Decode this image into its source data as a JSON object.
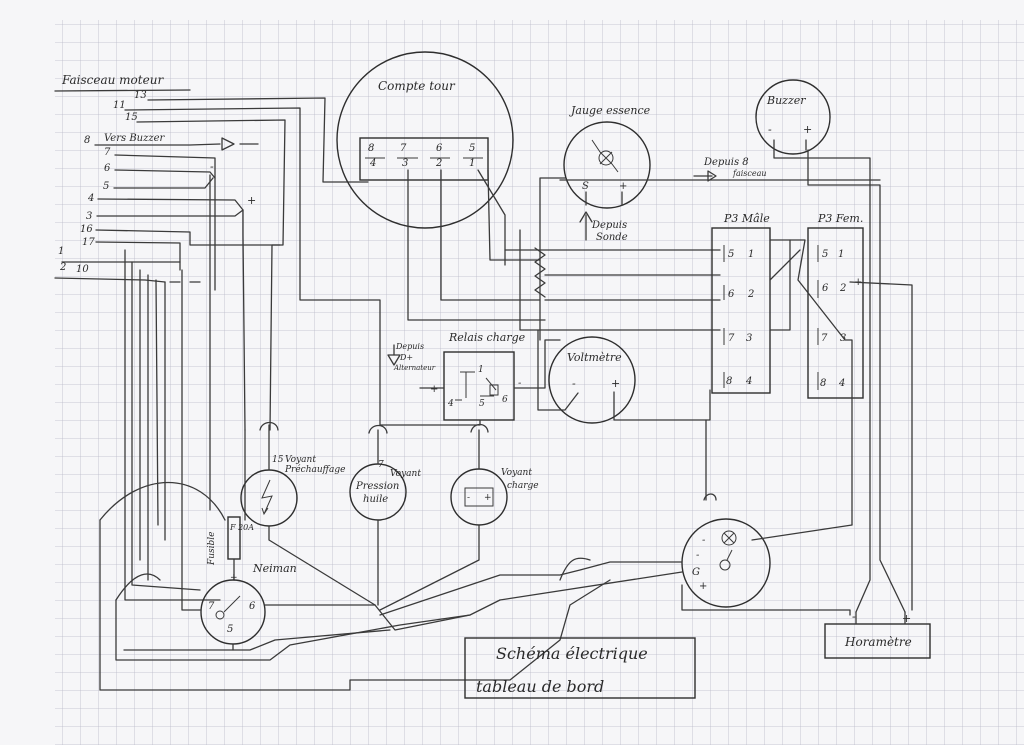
{
  "title": {
    "line1": "Schéma électrique",
    "line2": "tableau de bord"
  },
  "harness": {
    "label": "Faisceau moteur",
    "wires": [
      "13",
      "11",
      "15",
      "8",
      "Vers Buzzer",
      "7",
      "6",
      "5",
      "4",
      "3",
      "16",
      "17",
      "1",
      "2",
      "10"
    ],
    "signs": [
      "-",
      "+"
    ]
  },
  "tachometer": {
    "label": "Compte tour",
    "pins": [
      "8",
      "7",
      "6",
      "5",
      "4",
      "3",
      "2",
      "1"
    ]
  },
  "fuel_gauge": {
    "label": "Jauge essence",
    "pins": [
      "S",
      "+"
    ],
    "note_1": "Depuis",
    "note_2": "Sonde"
  },
  "buzzer": {
    "label": "Buzzer",
    "pins": [
      "-",
      "+"
    ],
    "note_1": "Depuis 8",
    "note_2": "faisceau"
  },
  "p3_male": {
    "label": "P3 Mâle",
    "rows": [
      [
        "5",
        "1"
      ],
      [
        "6",
        "2"
      ],
      [
        "7",
        "3"
      ],
      [
        "8",
        "4"
      ]
    ]
  },
  "p3_female": {
    "label": "P3 Fem.",
    "rows": [
      [
        "5",
        "1"
      ],
      [
        "6",
        "2"
      ],
      [
        "7",
        "3"
      ],
      [
        "8",
        "4"
      ]
    ],
    "sign": "+"
  },
  "charge_relay": {
    "label": "Relais charge",
    "pins": [
      "1",
      "4",
      "5",
      "6"
    ],
    "signs": [
      "+",
      "-"
    ],
    "note": [
      "Depuis",
      "D+",
      "Alternateur"
    ]
  },
  "voltmeter": {
    "label": "Voltmètre",
    "signs": [
      "-",
      "+"
    ]
  },
  "lamps": {
    "preheat": {
      "num": "15",
      "label_1": "Voyant",
      "label_2": "Préchauffage"
    },
    "oil": {
      "num": "7",
      "label": "Voyant",
      "text_1": "Pression",
      "text_2": "huile"
    },
    "charge": {
      "label_1": "Voyant",
      "label_2": "charge",
      "signs": [
        "-",
        "+"
      ]
    }
  },
  "fuse": {
    "label": "Fusible",
    "text": "F 20A"
  },
  "ignition": {
    "label": "Neiman",
    "pins": [
      "7",
      "6",
      "5"
    ],
    "sign": "+"
  },
  "switch_unit": {
    "signs": [
      "-",
      "-",
      "+"
    ],
    "letter": "G"
  },
  "hour_meter": {
    "label": "Horamètre",
    "signs": [
      "-",
      "+"
    ]
  }
}
